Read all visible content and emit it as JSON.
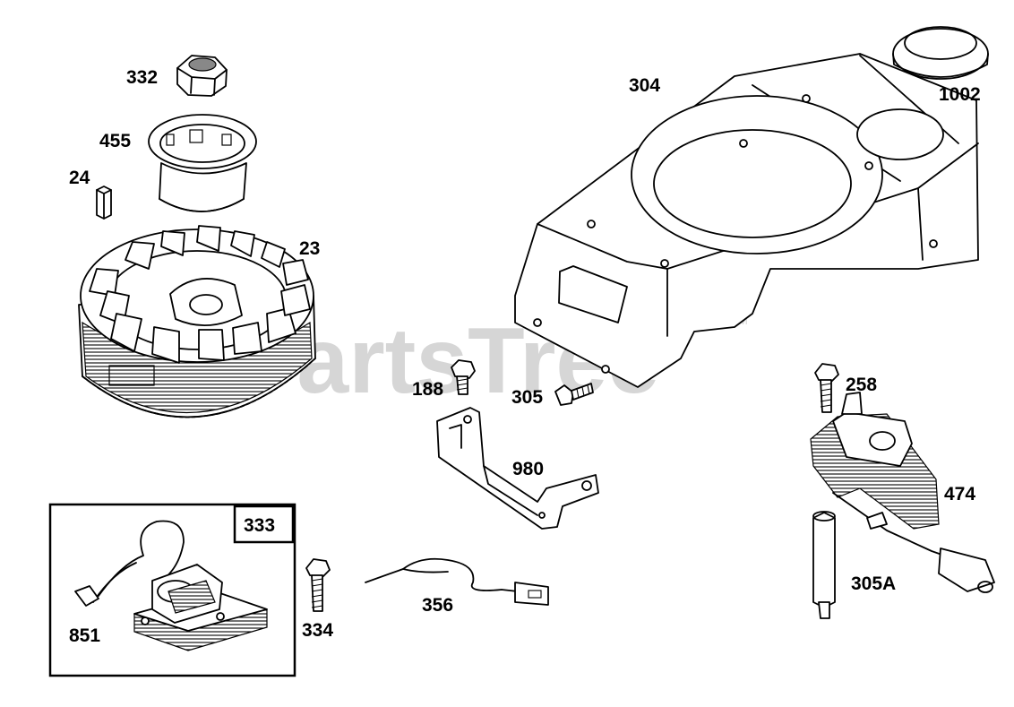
{
  "watermark": {
    "text": "PartsTree",
    "trademark": "TM"
  },
  "parts": {
    "p332": "332",
    "p455": "455",
    "p24": "24",
    "p23": "23",
    "p304": "304",
    "p1002": "1002",
    "p188": "188",
    "p305": "305",
    "p258": "258",
    "p980": "980",
    "p474": "474",
    "p333": "333",
    "p851": "851",
    "p334": "334",
    "p356": "356",
    "p305A": "305A"
  }
}
